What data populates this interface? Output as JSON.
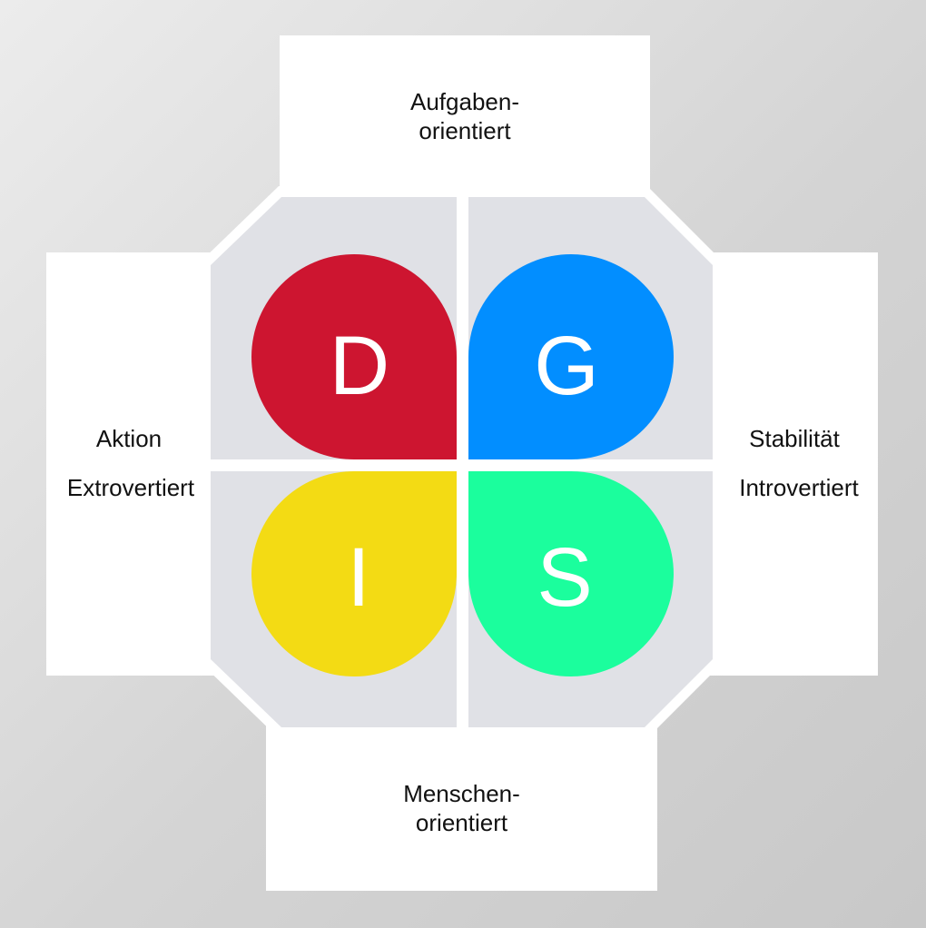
{
  "labels": {
    "top_line1": "Aufgaben-",
    "top_line2": "orientiert",
    "bottom_line1": "Menschen-",
    "bottom_line2": "orientiert",
    "left_line1": "Aktion",
    "left_line2": "Extrovertiert",
    "right_line1": "Stabilität",
    "right_line2": "Introvertiert"
  },
  "quadrants": {
    "d": {
      "letter": "D",
      "color": "#cd1530"
    },
    "g": {
      "letter": "G",
      "color": "#028eff"
    },
    "i": {
      "letter": "I",
      "color": "#f3db14"
    },
    "s": {
      "letter": "S",
      "color": "#1bfe9d"
    }
  },
  "colors": {
    "panel": "#ffffff",
    "octagon_fill": "#e0e1e6",
    "octagon_border": "#ffffff"
  }
}
